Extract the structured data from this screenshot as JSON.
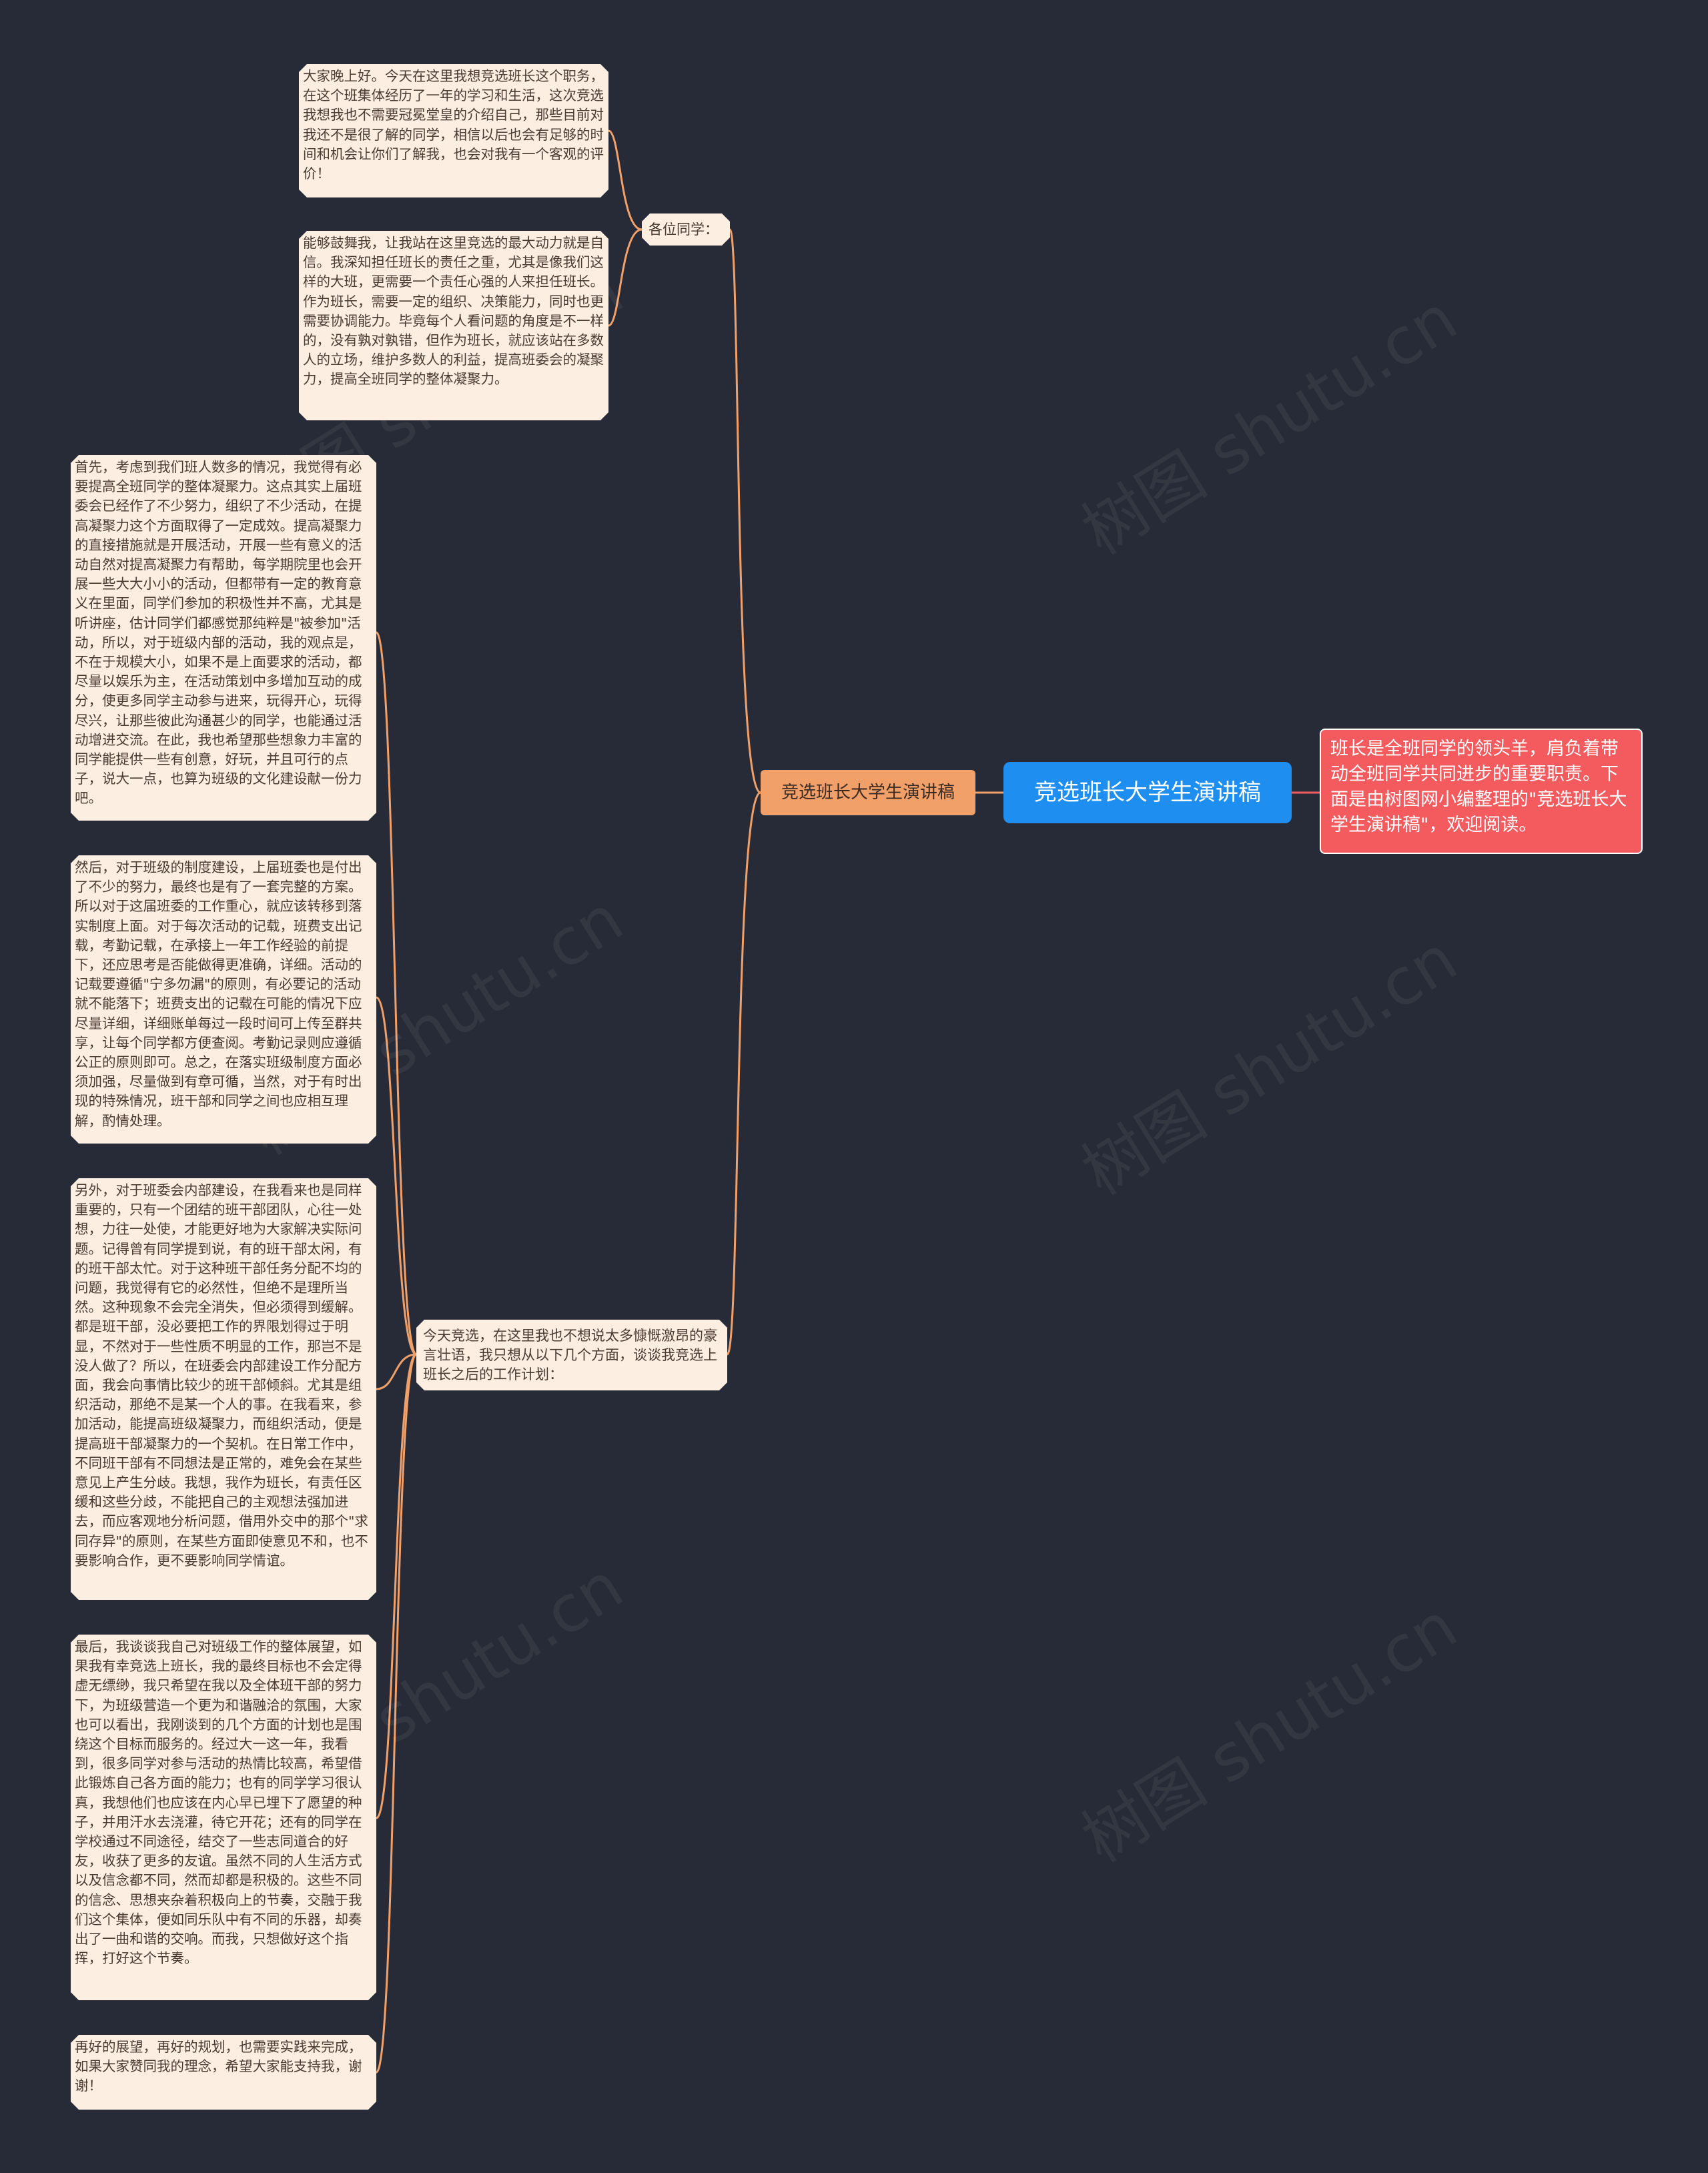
{
  "colors": {
    "background": "#262b37",
    "root": "#1f8ef1",
    "summary": "#f45b5f",
    "branch": "#f2a06a",
    "leaf": "#fdeee2",
    "line_orange": "#f2a06a",
    "line_red": "#f45b5f"
  },
  "root": {
    "label": "竞选班长大学生演讲稿"
  },
  "summary": {
    "text": "班长是全班同学的领头羊，肩负着带动全班同学共同进步的重要职责。下面是由树图网小编整理的\"竞选班长大学生演讲稿\"，欢迎阅读。"
  },
  "branch": {
    "label": "竞选班长大学生演讲稿"
  },
  "group1": {
    "label": "各位同学：",
    "leaves": [
      "大家晚上好。今天在这里我想竞选班长这个职务，在这个班集体经历了一年的学习和生活，这次竞选我想我也不需要冠冕堂皇的介绍自己，那些目前对我还不是很了解的同学，相信以后也会有足够的时间和机会让你们了解我，也会对我有一个客观的评价！",
      "能够鼓舞我，让我站在这里竞选的最大动力就是自信。我深知担任班长的责任之重，尤其是像我们这样的大班，更需要一个责任心强的人来担任班长。作为班长，需要一定的组织、决策能力，同时也更需要协调能力。毕竟每个人看问题的角度是不一样的，没有孰对孰错，但作为班长，就应该站在多数人的立场，维护多数人的利益，提高班委会的凝聚力，提高全班同学的整体凝聚力。"
    ]
  },
  "group2": {
    "label": "今天竞选，在这里我也不想说太多慷慨激昂的豪言壮语，我只想从以下几个方面，谈谈我竞选上班长之后的工作计划：",
    "leaves": [
      "首先，考虑到我们班人数多的情况，我觉得有必要提高全班同学的整体凝聚力。这点其实上届班委会已经作了不少努力，组织了不少活动，在提高凝聚力这个方面取得了一定成效。提高凝聚力的直接措施就是开展活动，开展一些有意义的活动自然对提高凝聚力有帮助，每学期院里也会开展一些大大小小的活动，但都带有一定的教育意义在里面，同学们参加的积极性并不高，尤其是听讲座，估计同学们都感觉那纯粹是\"被参加\"活动，所以，对于班级内部的活动，我的观点是，不在于规模大小，如果不是上面要求的活动，都尽量以娱乐为主，在活动策划中多增加互动的成分，使更多同学主动参与进来，玩得开心，玩得尽兴，让那些彼此沟通甚少的同学，也能通过活动增进交流。在此，我也希望那些想象力丰富的同学能提供一些有创意，好玩，并且可行的点子，说大一点，也算为班级的文化建设献一份力吧。",
      "然后，对于班级的制度建设，上届班委也是付出了不少的努力，最终也是有了一套完整的方案。所以对于这届班委的工作重心，就应该转移到落实制度上面。对于每次活动的记载，班费支出记载，考勤记载，在承接上一年工作经验的前提下，还应思考是否能做得更准确，详细。活动的记载要遵循\"宁多勿漏\"的原则，有必要记的活动就不能落下；班费支出的记载在可能的情况下应尽量详细，详细账单每过一段时间可上传至群共享，让每个同学都方便查阅。考勤记录则应遵循公正的原则即可。总之，在落实班级制度方面必须加强，尽量做到有章可循，当然，对于有时出现的特殊情况，班干部和同学之间也应相互理解，酌情处理。",
      "另外，对于班委会内部建设，在我看来也是同样重要的，只有一个团结的班干部团队，心往一处想，力往一处使，才能更好地为大家解决实际问题。记得曾有同学提到说，有的班干部太闲，有的班干部太忙。对于这种班干部任务分配不均的问题，我觉得有它的必然性，但绝不是理所当然。这种现象不会完全消失，但必须得到缓解。都是班干部，没必要把工作的界限划得过于明显，不然对于一些性质不明显的工作，那岂不是没人做了？所以，在班委会内部建设工作分配方面，我会向事情比较少的班干部倾斜。尤其是组织活动，那绝不是某一个人的事。在我看来，参加活动，能提高班级凝聚力，而组织活动，便是提高班干部凝聚力的一个契机。在日常工作中，不同班干部有不同想法是正常的，难免会在某些意见上产生分歧。我想，我作为班长，有责任区缓和这些分歧，不能把自己的主观想法强加进去，而应客观地分析问题，借用外交中的那个\"求同存异\"的原则，在某些方面即使意见不和，也不要影响合作，更不要影响同学情谊。",
      "最后，我谈谈我自己对班级工作的整体展望，如果我有幸竞选上班长，我的最终目标也不会定得虚无缥缈，我只希望在我以及全体班干部的努力下，为班级营造一个更为和谐融洽的氛围，大家也可以看出，我刚谈到的几个方面的计划也是围绕这个目标而服务的。经过大一这一年，我看到，很多同学对参与活动的热情比较高，希望借此锻炼自己各方面的能力；也有的同学学习很认真，我想他们也应该在内心早已埋下了愿望的种子，并用汗水去浇灌，待它开花；还有的同学在学校通过不同途径，结交了一些志同道合的好友，收获了更多的友谊。虽然不同的人生活方式以及信念都不同，然而却都是积极的。这些不同的信念、思想夹杂着积极向上的节奏，交融于我们这个集体，便如同乐队中有不同的乐器，却奏出了一曲和谐的交响。而我，只想做好这个指挥，打好这个节奏。",
      "再好的展望，再好的规划，也需要实践来完成，如果大家赞同我的理念，希望大家能支持我，谢谢！"
    ]
  },
  "watermark": "树图 shutu.cn"
}
